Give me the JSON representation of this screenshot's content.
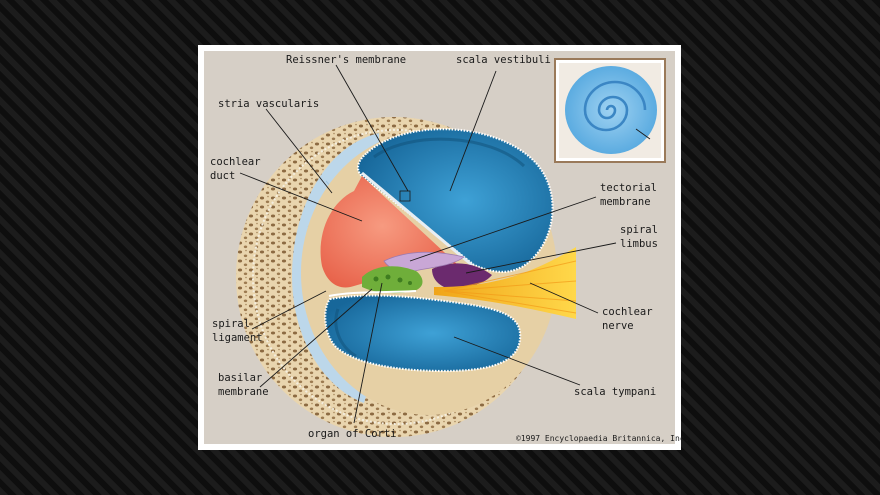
{
  "labels": {
    "reissners_membrane": "Reissner's membrane",
    "scala_vestibuli": "scala vestibuli",
    "stria_vascularis": "stria vascularis",
    "cochlear_duct_1": "cochlear",
    "cochlear_duct_2": "duct",
    "tectorial_1": "tectorial",
    "tectorial_2": "membrane",
    "spiral_limbus_1": "spiral",
    "spiral_limbus_2": "limbus",
    "cochlear_nerve_1": "cochlear",
    "cochlear_nerve_2": "nerve",
    "spiral_ligament_1": "spiral",
    "spiral_ligament_2": "ligament",
    "basilar_1": "basilar",
    "basilar_2": "membrane",
    "scala_tympani": "scala tympani",
    "organ_of_corti": "organ of Corti"
  },
  "copyright": "©1997 Encyclopaedia Britannica, Inc.",
  "colors": {
    "background": "#d6cfc6",
    "bone": "#e8d2a8",
    "bone_pore": "#8c6a42",
    "scala": "#1f7fb5",
    "cochlear_duct": "#f0785e",
    "spiral_limbus": "#6b2a6e",
    "organ_of_corti": "#6fae3a",
    "cochlear_nerve": "#f6c22a",
    "inset_spiral": "#62b2e6"
  }
}
